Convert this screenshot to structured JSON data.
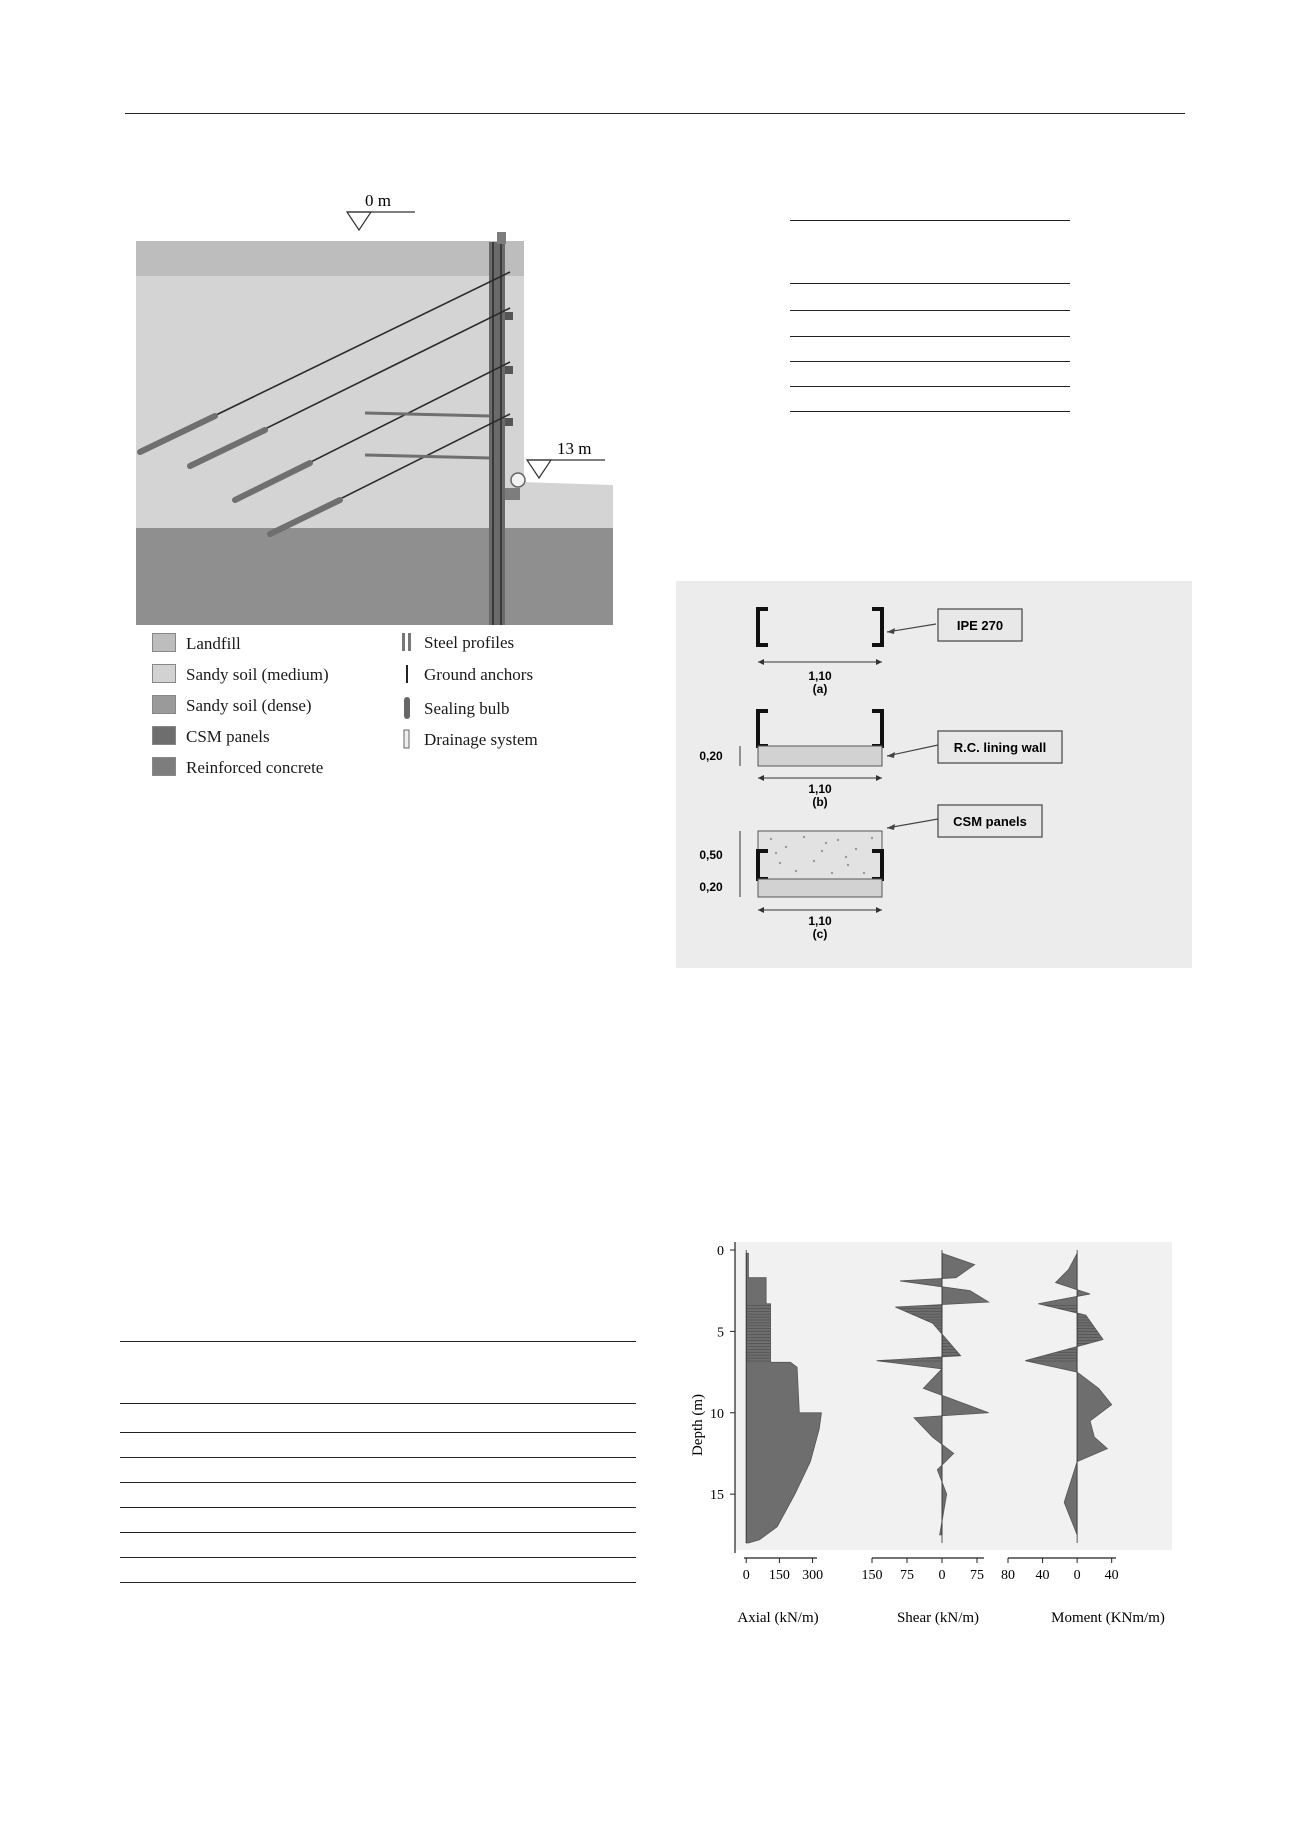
{
  "figure1": {
    "level_top": "0 m",
    "level_bottom": "13 m",
    "legend_left": [
      {
        "label": "Landfill",
        "color": "#bdbdbd"
      },
      {
        "label": "Sandy soil (medium)",
        "color": "#d2d2d2"
      },
      {
        "label": "Sandy soil (dense)",
        "color": "#9a9a9a"
      },
      {
        "label": "CSM panels",
        "color": "#6e6e6e"
      },
      {
        "label": "Reinforced concrete",
        "color": "#7d7d7d"
      }
    ],
    "legend_right": [
      {
        "label": "Steel profiles",
        "icon": "steel-profiles-icon"
      },
      {
        "label": "Ground anchors",
        "icon": "ground-anchors-icon"
      },
      {
        "label": "Sealing bulb",
        "icon": "sealing-bulb-icon"
      },
      {
        "label": "Drainage system",
        "icon": "drainage-system-icon"
      }
    ]
  },
  "figure2": {
    "callouts": [
      "IPE 270",
      "R.C. lining wall",
      "CSM panels"
    ],
    "width_label": "1,10",
    "dim_020": "0,20",
    "dim_050": "0,50",
    "sub_a": "(a)",
    "sub_b": "(b)",
    "sub_c": "(c)"
  },
  "chart_data": [
    {
      "type": "area",
      "panel": "axial",
      "xlabel": "Axial (kN/m)",
      "ylabel": "Depth (m)",
      "x_ticks": [
        "0",
        "150",
        "300"
      ],
      "y_ticks": [
        "0",
        "5",
        "10",
        "15"
      ],
      "ylim": [
        0,
        18
      ],
      "xlim": [
        -10,
        320
      ],
      "depth": [
        0.2,
        1.7,
        1.7,
        3.3,
        3.3,
        6.9,
        6.9,
        7.2,
        10,
        10,
        11,
        13,
        15,
        17,
        17.8,
        18.0
      ],
      "values": [
        10,
        10,
        90,
        90,
        110,
        110,
        200,
        230,
        240,
        340,
        330,
        290,
        220,
        140,
        60,
        10
      ]
    },
    {
      "type": "area",
      "panel": "shear",
      "xlabel": "Shear (kN/m)",
      "x_ticks": [
        "150",
        "75",
        "0",
        "75"
      ],
      "ylim": [
        0,
        18
      ],
      "xlim": [
        -150,
        90
      ],
      "depth": [
        0.2,
        0.9,
        1.7,
        1.9,
        2.5,
        3.2,
        3.5,
        4.5,
        6.5,
        6.8,
        7.3,
        8.5,
        10.0,
        10.3,
        11.5,
        12.5,
        13.5,
        15.0,
        17.5
      ],
      "values": [
        0,
        70,
        30,
        -90,
        60,
        100,
        -100,
        -20,
        40,
        -140,
        0,
        -40,
        100,
        -60,
        -20,
        25,
        -10,
        10,
        -5
      ]
    },
    {
      "type": "area",
      "panel": "moment",
      "xlabel": "Moment (KNm/m)",
      "x_ticks": [
        "80",
        "40",
        "0",
        "40"
      ],
      "ylim": [
        0,
        18
      ],
      "xlim": [
        -80,
        45
      ],
      "depth": [
        0.2,
        1.2,
        2.0,
        2.7,
        3.3,
        4.0,
        5.5,
        6.8,
        7.5,
        8.5,
        9.5,
        10.5,
        11.5,
        12.2,
        13.0,
        15.5,
        17.5
      ],
      "values": [
        0,
        -10,
        -25,
        15,
        -45,
        10,
        30,
        -60,
        0,
        25,
        40,
        15,
        20,
        35,
        0,
        -15,
        0
      ]
    }
  ]
}
